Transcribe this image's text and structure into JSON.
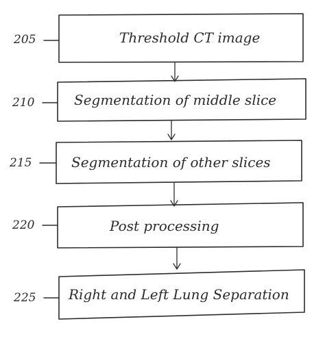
{
  "steps": [
    {
      "ref": "205",
      "label": "Threshold CT image"
    },
    {
      "ref": "210",
      "label": "Segmentation of middle slice"
    },
    {
      "ref": "215",
      "label": "Segmentation of other slices"
    },
    {
      "ref": "220",
      "label": "Post processing"
    },
    {
      "ref": "225",
      "label": "Right and Left Lung Separation"
    }
  ]
}
